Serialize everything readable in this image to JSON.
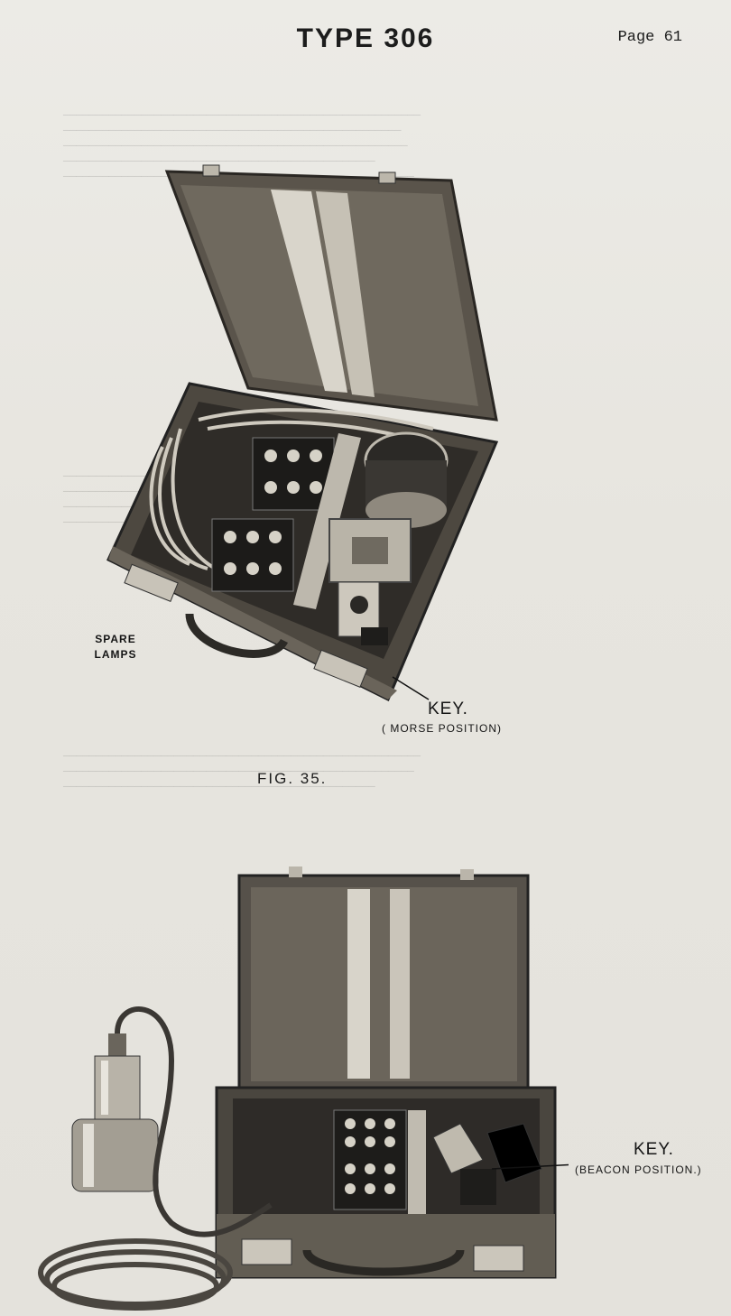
{
  "header": {
    "title": "TYPE 306",
    "page_number": "Page 61"
  },
  "figure1": {
    "caption": "FIG. 35.",
    "label_spare_lamps": "SPARE\nLAMPS",
    "label_key": "KEY.",
    "label_key_position": "( MORSE POSITION)"
  },
  "figure2": {
    "label_key": "KEY.",
    "label_key_position": "(BEACON POSITION.)"
  }
}
